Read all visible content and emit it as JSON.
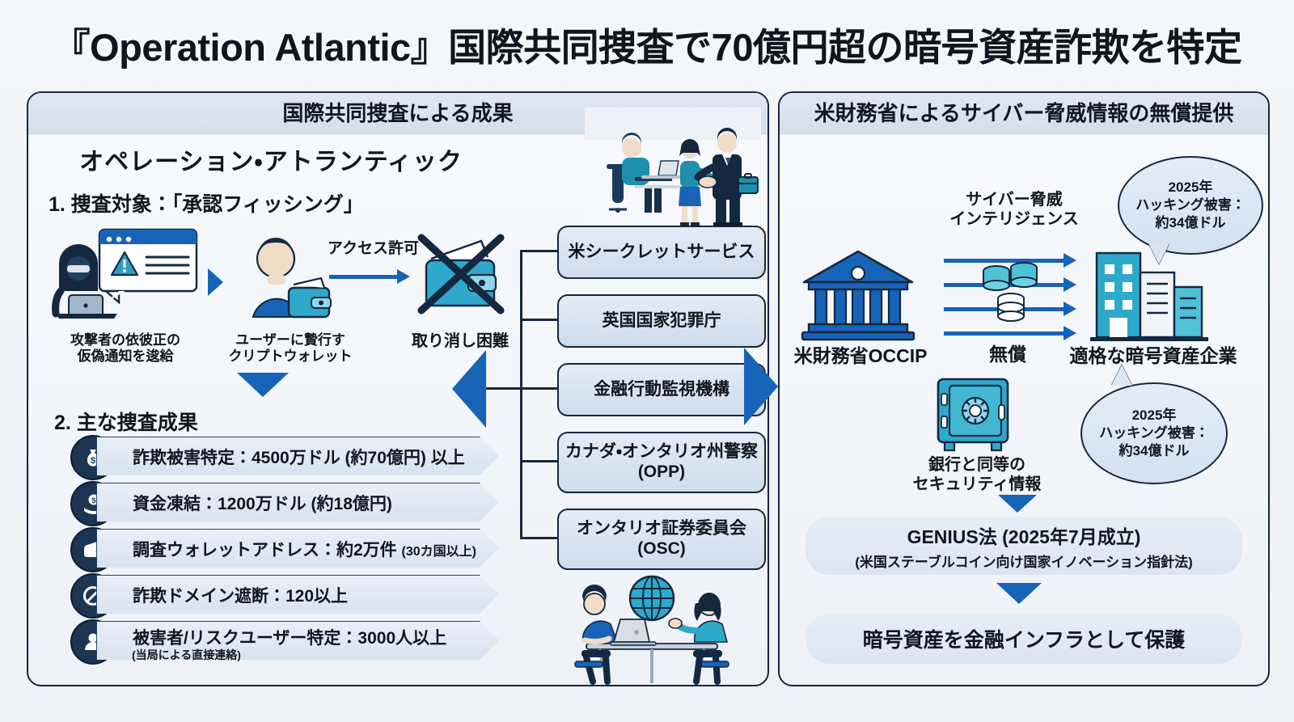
{
  "title": {
    "quote_open": "『",
    "en": "Operation Atlantic",
    "quote_close": "』",
    "rest": "国際共同捜査で70億円超の暗号資産詐欺を特定",
    "full": "『Operation Atlantic』国際共同捜査で70億円超の暗号資産詐欺を特定"
  },
  "left_panel": {
    "header": "国際共同捜査による成果",
    "operation_title": "オペレーション・アトランティック",
    "section1_head": "1. 捜査対象：「承認フィッシング」",
    "flow": {
      "step1_caption_line1": "攻撃者の依彼正の",
      "step1_caption_line2": "仮偽通知を逡給",
      "step2_caption_line1": "ユーザーに贄行す",
      "step2_caption_line2": "クリプトウォレット",
      "access_label": "アクセス許可",
      "step3_caption": "取り消し困難"
    },
    "section2_head": "2. 主な捜査成果",
    "results": [
      {
        "icon": "money-bag-icon",
        "text": "詐欺被害特定：4500万ドル (約70億円) 以上",
        "sub": ""
      },
      {
        "icon": "hand-coin-icon",
        "text": "資金凍結：1200万ドル (約18億円)",
        "sub": ""
      },
      {
        "icon": "wallet-icon",
        "text": "調査ウォレットアドレス：約2万件",
        "inline_sub": "(30カ国以上)",
        "sub": ""
      },
      {
        "icon": "block-icon",
        "text": "詐欺ドメイン遮断：120以上",
        "sub": ""
      },
      {
        "icon": "person-icon",
        "text": "被害者/リスクユーザー特定：3000人以上",
        "sub": "(当局による直接連絡)"
      }
    ],
    "agencies": [
      "米シークレットサービス",
      "英国国家犯罪庁",
      "金融行動監視機構",
      "カナダ・オンタリオ州警察\n(OPP)",
      "オンタリオ証券委員会\n(OSC)"
    ],
    "agencies_lines": [
      {
        "l1": "米シークレットサービス",
        "l2": ""
      },
      {
        "l1": "英国国家犯罪庁",
        "l2": ""
      },
      {
        "l1": "金融行動監視機構",
        "l2": ""
      },
      {
        "l1": "カナダ・オンタリオ州警察",
        "l2": "(OPP)"
      },
      {
        "l1": "オンタリオ証券委員会",
        "l2": "(OSC)"
      }
    ]
  },
  "right_panel": {
    "header": "米財務省によるサイバー脅威情報の無償提供",
    "intel_label_line1": "サイバー脅威",
    "intel_label_line2": "インテリジェンス",
    "source_label": "米財務省OCCIP",
    "free_label": "無償",
    "target_label": "適格な暗号資産企業",
    "bubble_top": {
      "l1": "2025年",
      "l2": "ハッキング被害：",
      "l3": "約34億ドル"
    },
    "bubble_bottom": {
      "l1": "2025年",
      "l2": "ハッキング被害：",
      "l3": "約34億ドル"
    },
    "safe_label_line1": "銀行と同等の",
    "safe_label_line2": "セキュリティ情報",
    "genius_line1": "GENIUS法 (2025年7月成立)",
    "genius_line2": "(米国ステーブルコイン向け国家イノベーション指針法)",
    "conclusion": "暗号資産を金融インフラとして保護"
  },
  "colors": {
    "accent_blue": "#1763b8",
    "dark_navy": "#17263d",
    "icon_navy": "#1b3553",
    "teal": "#26a8c8",
    "panel_bg": "#f2f5f9",
    "header_band": "#dfe8f1",
    "chevron_fill": "#e0eaf5"
  }
}
